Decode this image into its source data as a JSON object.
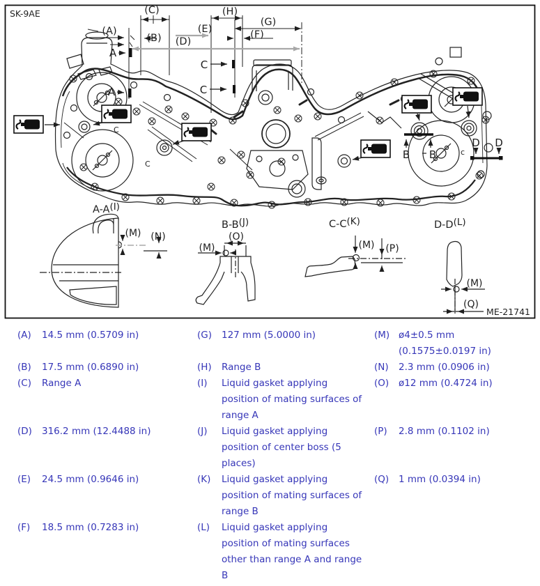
{
  "figure": {
    "code": "SK-9AE",
    "drawing_number": "ME-21741",
    "dim_labels": {
      "a": "(A)",
      "b": "(B)",
      "c": "(C)",
      "d": "(D)",
      "e": "(E)",
      "f": "(F)",
      "g": "(G)",
      "h": "(H)"
    },
    "section_dim_labels": {
      "m": "(M)",
      "n": "(N)",
      "o": "(O)",
      "p": "(P)",
      "q": "(Q)"
    },
    "point_labels": {
      "a": "A",
      "b": "B",
      "c": "C",
      "d": "D",
      "c_lower": "c"
    },
    "sections": {
      "aa": {
        "name": "A-A",
        "ref": "(I)"
      },
      "bb": {
        "name": "B-B",
        "ref": "(J)"
      },
      "cc": {
        "name": "C-C",
        "ref": "(K)"
      },
      "dd": {
        "name": "D-D",
        "ref": "(L)"
      }
    },
    "icons": {
      "liquid_gasket_tube_icon": "black sealant tube inside bordered box"
    }
  },
  "legend": {
    "items": [
      {
        "key": "(A)",
        "text": "14.5 mm (0.5709 in)"
      },
      {
        "key": "(B)",
        "text": "17.5 mm (0.6890 in)"
      },
      {
        "key": "(C)",
        "text": "Range A"
      },
      {
        "key": "(D)",
        "text": "316.2 mm (12.4488 in)"
      },
      {
        "key": "(E)",
        "text": "24.5 mm (0.9646 in)"
      },
      {
        "key": "(F)",
        "text": "18.5 mm (0.7283 in)"
      },
      {
        "key": "(G)",
        "text": "127 mm (5.0000 in)"
      },
      {
        "key": "(H)",
        "text": "Range B"
      },
      {
        "key": "(I)",
        "text": "Liquid gasket applying\nposition of mating surfaces of\nrange A"
      },
      {
        "key": "(J)",
        "text": "Liquid gasket applying\nposition of center boss (5\nplaces)"
      },
      {
        "key": "(K)",
        "text": "Liquid gasket applying\nposition of mating surfaces of\nrange B"
      },
      {
        "key": "(L)",
        "text": "Liquid gasket applying\nposition of mating surfaces\nother than range A and range\nB"
      },
      {
        "key": "(M)",
        "text": "ø4±0.5 mm\n(0.1575±0.0197 in)"
      },
      {
        "key": "(N)",
        "text": "2.3 mm (0.0906 in)"
      },
      {
        "key": "(O)",
        "text": "ø12 mm (0.4724 in)"
      },
      {
        "key": "(P)",
        "text": "2.8 mm (0.1102 in)"
      },
      {
        "key": "(Q)",
        "text": "1 mm (0.0394 in)"
      }
    ]
  },
  "colors": {
    "legend_text": "#3636b8",
    "line": "#1f1f1f",
    "dim_gray": "#a8a8a8"
  }
}
